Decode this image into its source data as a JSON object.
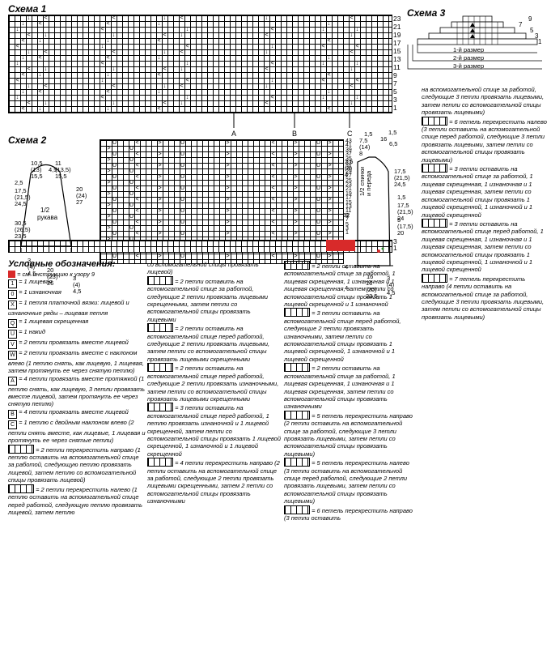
{
  "schema1": {
    "title": "Схема 1",
    "row_numbers": [
      "23",
      "21",
      "19",
      "17",
      "15",
      "13",
      "11",
      "9",
      "7",
      "5",
      "3",
      "1"
    ],
    "markers": [
      "A",
      "B",
      "C"
    ]
  },
  "schema2": {
    "title": "Схема 2",
    "row_numbers": [
      "43",
      "41",
      "39",
      "37",
      "35",
      "33",
      "31",
      "29",
      "27",
      "25",
      "23",
      "21",
      "19",
      "17",
      "15",
      "13",
      "11",
      "9",
      "7",
      "5",
      "3",
      "1"
    ],
    "bottom_row_numbers": [
      "3",
      "1"
    ],
    "sleeve": {
      "label": "1/2 рукава",
      "top_width": "10,5\n(13)\n15,5",
      "top_side": "4,5",
      "shoulder": "11\n(13,5)\n15,5",
      "cap_left_a": "2,5",
      "cap_left_b": "17,5\n(21,5)\n24,5",
      "right_side": "20\n(24)\n27",
      "left_side": "30,5\n(26,5)\n23,5",
      "bottom_left": "3\n(4)\n4,5",
      "bottom_width": "20\n(23)\n26",
      "bottom_right": "3\n(4)\n4,5"
    },
    "body": {
      "label": "1/2 спинки\nи переда",
      "top_a": "1,5",
      "top_b": "7,5\n(14)\n8",
      "top_c": "16",
      "top_d": "2,5\n(4)\n4",
      "top_e": "1,5",
      "top_f": "6,5",
      "right_a": "17,5\n(21,5)\n24,5",
      "right_b": "5\n(17,5)\n20",
      "height": "62",
      "side_a": "1,5",
      "side_b": "17,5\n(21,5)\n24",
      "bottom_a": "16",
      "bottom_width": "16\n(20)\n23,5",
      "bottom_b": "4",
      "bottom_c": "3\n(4)",
      "bottom_d": "4,5",
      "left_bottom": "4"
    }
  },
  "schema3": {
    "title": "Схема 3",
    "row_numbers": [
      "9",
      "7",
      "5",
      "3",
      "1"
    ],
    "sizes": [
      "1-й размер",
      "2-й размер",
      "3-й размер"
    ]
  },
  "legend": {
    "title": "Условные обозначения:",
    "col1": [
      {
        "sym": "red",
        "text": "= см. инструкцию к узору 9"
      },
      {
        "sym": "1",
        "text": "= 1 лицевая"
      },
      {
        "sym": "0",
        "text": "= 1 изнаночная"
      },
      {
        "sym": "X",
        "text": "= 1 петля платочной вязки: лицевой и изнаночные ряды – лицевая петля"
      },
      {
        "sym": "Q",
        "text": "= 1 лицевая скрещенная"
      },
      {
        "sym": "U",
        "text": "= 1 накид"
      },
      {
        "sym": "V",
        "text": "= 2 петли провязать вместе лицевой"
      },
      {
        "sym": "W",
        "text": "= 2 петли провязать вместе с наклоном влево (1 петлю снять, как лицевую, 1 лицевая, затем протянуть ее через снятую петлю)"
      },
      {
        "sym": "A",
        "text": "= 4 петли провязать вместе протяжкой (1 петлю снять, как лицевую, 3 петли провязать вместе лицевой, затем протянуть ее через снятую петлю)"
      },
      {
        "sym": "B",
        "text": "= 4 петли провязать вместе лицевой"
      },
      {
        "sym": "C",
        "text": "= 1 петлю с двойным наклоном влево (2 петли снять вместе, как лицевые, 1 лицевая и протянуть ее через снятые петли)"
      },
      {
        "sym": "cable",
        "text": "= 2 петли перекрестить направо (1 петлю оставить на вспомогательной спице за работой, следующую петлю провязать лицевой, затем петлю со вспомогательной спицы провязать лицевой)"
      },
      {
        "sym": "cable",
        "text": "= 2 петли перекрестить налево (1 петлю оставить на вспомогательной спице перед работой, следующую петлю провязать лицевой, затем петлю"
      }
    ],
    "col2": [
      {
        "sym": "",
        "text": "со вспомогательной спицы провязать лицевой)"
      },
      {
        "sym": "cable",
        "text": "= 2 петли оставить на вспомогательной спице за работой, следующие 2 петли провязать лицевыми скрещенными, затем петли со вспомогательной спицы провязать лицевыми"
      },
      {
        "sym": "cable",
        "text": "= 2 петли оставить на вспомогательной спице перед работой, следующие 2 петли провязать лицевыми, затем петли со вспомогательной спицы провязать лицевыми скрещенными"
      },
      {
        "sym": "cable",
        "text": "= 2 петли оставить на вспомогательной спице перед работой, следующие 2 петли провязать изнаночными, затем петли со вспомогательной спицы провязать лицевыми скрещенными"
      },
      {
        "sym": "cable",
        "text": "= 3 петли оставить на вспомогательной спице перед работой, 1 петлю провязать изнаночной и 1 лицевой скрещенной, затем петли со вспомогательной спицы провязать 1 лицевой скрещенной, 1 изнаночной и 1 лицевой скрещенной"
      },
      {
        "sym": "cable",
        "text": "= 4 петли перекрестить направо (2 петли оставить на вспомогательной спице за работой, следующие 2 петли провязать лицевыми скрещенными, затем 2 петли со вспомогательной спицы провязать изнаночными"
      }
    ],
    "col3": [
      {
        "sym": "cable",
        "text": "= 2 петли оставить на вспомогательной спице за работой, 1 лицевая скрещенная, 1 изнаночная и 1 лицевая скрещенная, затем петли со вспомогательной спицы провязать 1 лицевой скрещенной и 1 изнаночной"
      },
      {
        "sym": "cable",
        "text": "= 3 петли оставить на вспомогательной спице перед работой, следующие 2 петли провязать изнаночными, затем петли со вспомогательной спицы провязать 1 лицевой скрещенной, 1 изнаночной и 1 лицевой скрещенной"
      },
      {
        "sym": "cable",
        "text": "= 2 петли оставить на вспомогательной спице за работой, 1 лицевая скрещенная, 1 изнаночная и 1 лицевая скрещенная, затем петли со вспомогательной спицы провязать изнаночными"
      },
      {
        "sym": "cable",
        "text": "= 5 петель перекрестить направо (2 петли оставить на вспомогательной спице за работой, следующие 3 петли провязать лицевыми, затем петли со вспомогательной спицы провязать лицевыми)"
      },
      {
        "sym": "cable",
        "text": "= 5 петель перекрестить налево (3 петли оставить на вспомогательной спице перед работой, следующие 2 петли провязать лицевыми, затем петли со вспомогательной спицы провязать лицевыми)"
      },
      {
        "sym": "cable",
        "text": "= 6 петель перекрестить направо (3 петли оставить"
      }
    ],
    "col4": [
      {
        "sym": "",
        "text": "на вспомогательной спице за работой, следующие 3 петли провязать лицевыми, затем петли со вспомогательной спицы провязать лицевыми)"
      },
      {
        "sym": "cable",
        "text": "= 6 петель перекрестить налево (3 петли оставить на вспомогательной спице перед работой, следующие 3 петли провязать лицевыми, затем петли со вспомогательной спицы провязать лицевыми)"
      },
      {
        "sym": "cable",
        "text": "= 3 петли оставить на вспомогательной спице за работой, 1 лицевая скрещенная, 1 изнаночная и 1 лицевая скрещенная, затем петли со вспомогательной спицы провязать 1 лицевой скрещенной, 1 изнаночной и 1 лицевой скрещенной"
      },
      {
        "sym": "cable",
        "text": "= 3 петли оставить на вспомогательной спице перед работой, 1 лицевая скрещенная, 1 изнаночная и 1 лицевая скрещенная, затем петли со вспомогательной спицы провязать 1 лицевой скрещенной, 1 изнаночной и 1 лицевой скрещенной"
      },
      {
        "sym": "cable",
        "text": "= 7 петель перекрестить направо (4 петли оставить на вспомогательной спице за работой, следующие 3 петли провязать лицевыми, затем петли со вспомогательной спицы провязать лицевыми)"
      }
    ]
  }
}
